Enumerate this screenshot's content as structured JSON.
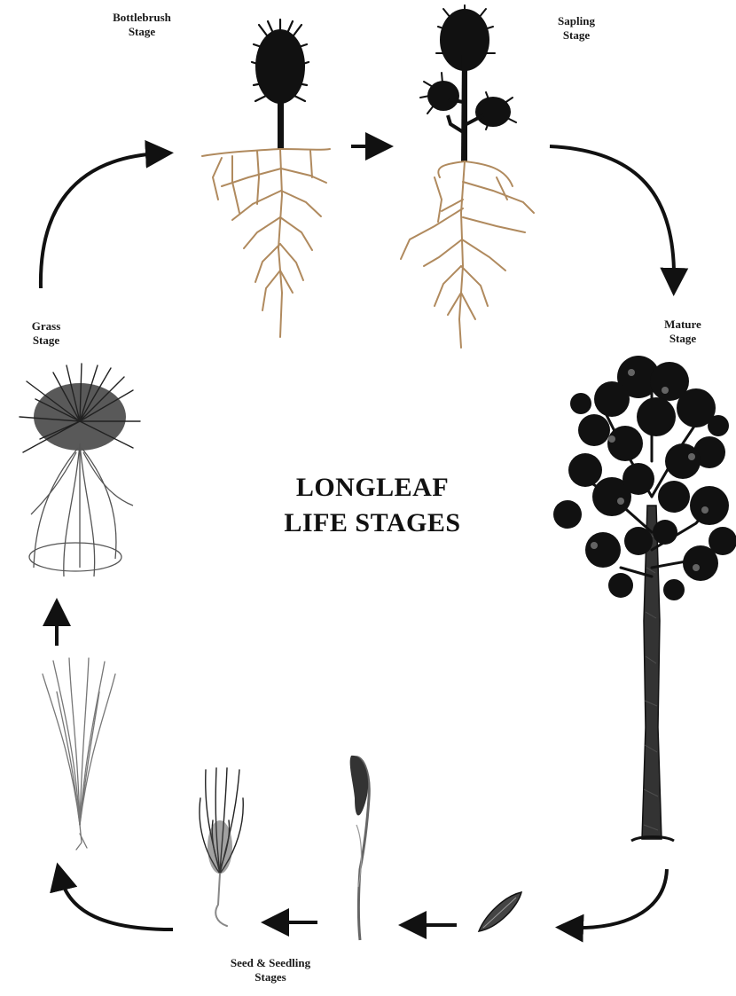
{
  "title": {
    "line1": "LONGLEAF",
    "line2": "LIFE STAGES"
  },
  "stages": {
    "bottlebrush": {
      "line1": "Bottlebrush",
      "line2": "Stage"
    },
    "sapling": {
      "line1": "Sapling",
      "line2": "Stage"
    },
    "mature": {
      "line1": "Mature",
      "line2": "Stage"
    },
    "grass": {
      "line1": "Grass",
      "line2": "Stage"
    },
    "seed": {
      "line1": "Seed & Seedling",
      "line2": "Stages"
    }
  },
  "colors": {
    "ink": "#111111",
    "root": "#b08a5e",
    "grass": "#777777"
  }
}
